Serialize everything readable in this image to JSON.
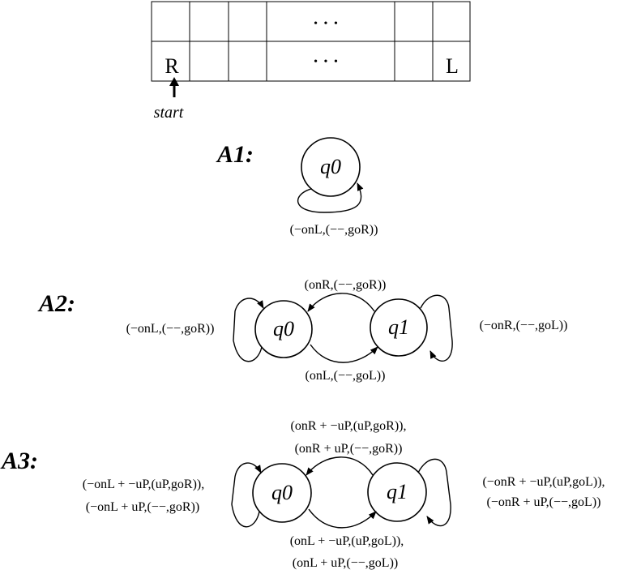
{
  "tape": {
    "ellipsis": "•  •  •",
    "left_cell": "R",
    "right_cell": "L",
    "start_label": "start"
  },
  "a1": {
    "title": "A1:",
    "state": "q0",
    "self_loop": "(−onL,(−−,goR))"
  },
  "a2": {
    "title": "A2:",
    "state0": "q0",
    "state1": "q1",
    "top_edge": "(onR,(−−,goR))",
    "bottom_edge": "(onL,(−−,goL))",
    "left_loop": "(−onL,(−−,goR))",
    "right_loop": "(−onR,(−−,goL))"
  },
  "a3": {
    "title": "A3:",
    "state0": "q0",
    "state1": "q1",
    "top_edge_1": "(onR + −uP,(uP,goR)),",
    "top_edge_2": "(onR + uP,(−−,goR))",
    "bottom_edge_1": "(onL + −uP,(uP,goL)),",
    "bottom_edge_2": "(onL + uP,(−−,goL))",
    "left_loop_1": "(−onL + −uP,(uP,goR)),",
    "left_loop_2": "(−onL + uP,(−−,goR))",
    "right_loop_1": "(−onR + −uP,(uP,goL)),",
    "right_loop_2": "(−onR + uP,(−−,goL))"
  }
}
